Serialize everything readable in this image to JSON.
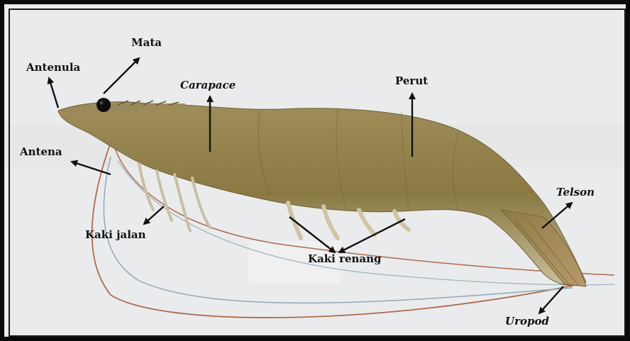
{
  "labels": {
    "mata": "Mata",
    "antenula": "Antenula",
    "carapace": "Carapace",
    "perut": "Perut",
    "antena": "Antena",
    "kaki_jalan": "Kaki jalan",
    "kaki_renang": "Kaki renang",
    "telson": "Telson",
    "uropod": "Uropod"
  },
  "colors": {
    "background": "#e9eaec",
    "shrimp_body": "#8d7b47",
    "antenna_brown": "#b06a4c",
    "antenna_blue": "#8fa8b6",
    "arrow": "#111111",
    "frame": "#0a0a0a"
  }
}
